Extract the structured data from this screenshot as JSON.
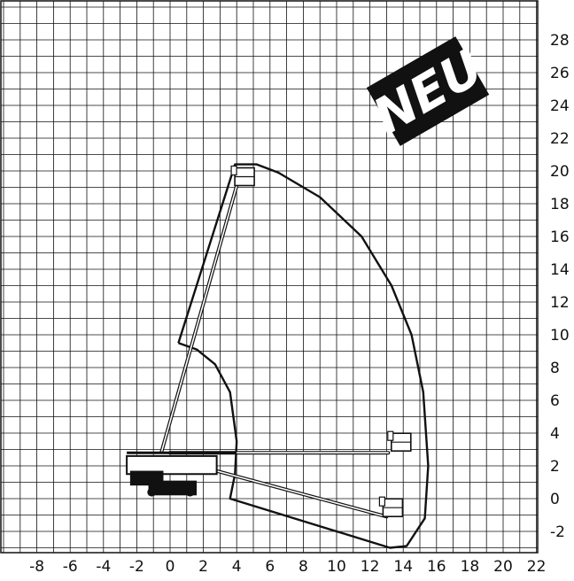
{
  "badge": {
    "text": "NEU",
    "bg": "#111111",
    "fg": "#ffffff"
  },
  "axes": {
    "x_ticks": [
      "-8",
      "-6",
      "-4",
      "-2",
      "0",
      "2",
      "4",
      "6",
      "8",
      "10",
      "12",
      "14",
      "16",
      "18",
      "20",
      "22"
    ],
    "y_ticks": [
      "28",
      "26",
      "24",
      "22",
      "20",
      "18",
      "16",
      "14",
      "12",
      "10",
      "8",
      "6",
      "4",
      "2",
      "0",
      "-2"
    ],
    "x_range": [
      -10,
      22
    ],
    "y_range": [
      -3.5,
      30.5
    ]
  },
  "envelope": {
    "description_points": [
      [
        0.5,
        9.5
      ],
      [
        3.9,
        20.4
      ],
      [
        5.2,
        20.4
      ],
      [
        6.5,
        19.9
      ],
      [
        9.0,
        18.4
      ],
      [
        11.5,
        16.0
      ],
      [
        13.3,
        13.0
      ],
      [
        14.5,
        10.0
      ],
      [
        15.2,
        6.5
      ],
      [
        15.5,
        2.0
      ],
      [
        15.3,
        -1.2
      ],
      [
        14.2,
        -2.9
      ],
      [
        13.2,
        -3.0
      ],
      [
        3.6,
        0.0
      ],
      [
        3.9,
        1.5
      ],
      [
        4.0,
        3.5
      ],
      [
        3.6,
        6.5
      ],
      [
        2.7,
        8.2
      ],
      [
        1.6,
        9.1
      ],
      [
        0.5,
        9.5
      ]
    ],
    "color": "#111111"
  },
  "booms": {
    "vertical_tip": [
      4.1,
      19.0
    ],
    "horizontal_tip": [
      13.5,
      2.8
    ],
    "low_tip": [
      13.0,
      -1.2
    ],
    "pivot": [
      -0.3,
      2.7
    ]
  }
}
